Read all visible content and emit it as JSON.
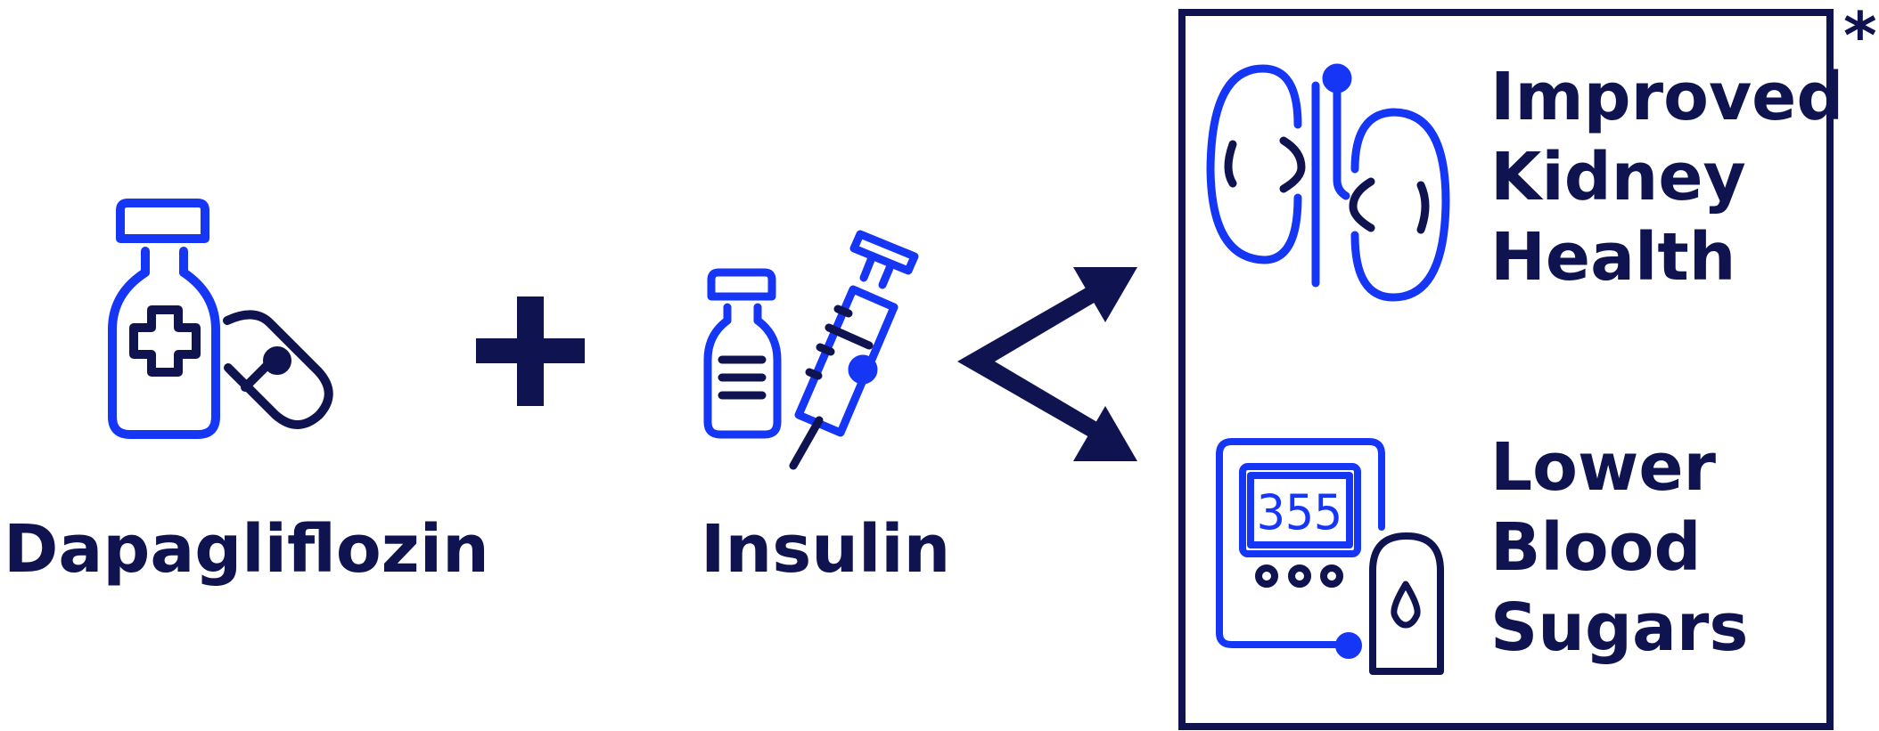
{
  "colors": {
    "navy": "#0f1450",
    "blue": "#1536f5"
  },
  "drugs": [
    {
      "name": "Dapagliflozin",
      "icon": "medicine-bottle-and-capsule-icon"
    },
    {
      "name": "Insulin",
      "icon": "vial-and-syringe-icon"
    }
  ],
  "operator": "+",
  "outcomes": [
    {
      "icon": "kidneys-icon",
      "lines": [
        "Improved",
        "Kidney",
        "Health"
      ]
    },
    {
      "icon": "glucose-meter-icon",
      "lines": [
        "Lower",
        "Blood",
        "Sugars"
      ],
      "meter_reading": "355"
    }
  ],
  "footnote_marker": "*"
}
